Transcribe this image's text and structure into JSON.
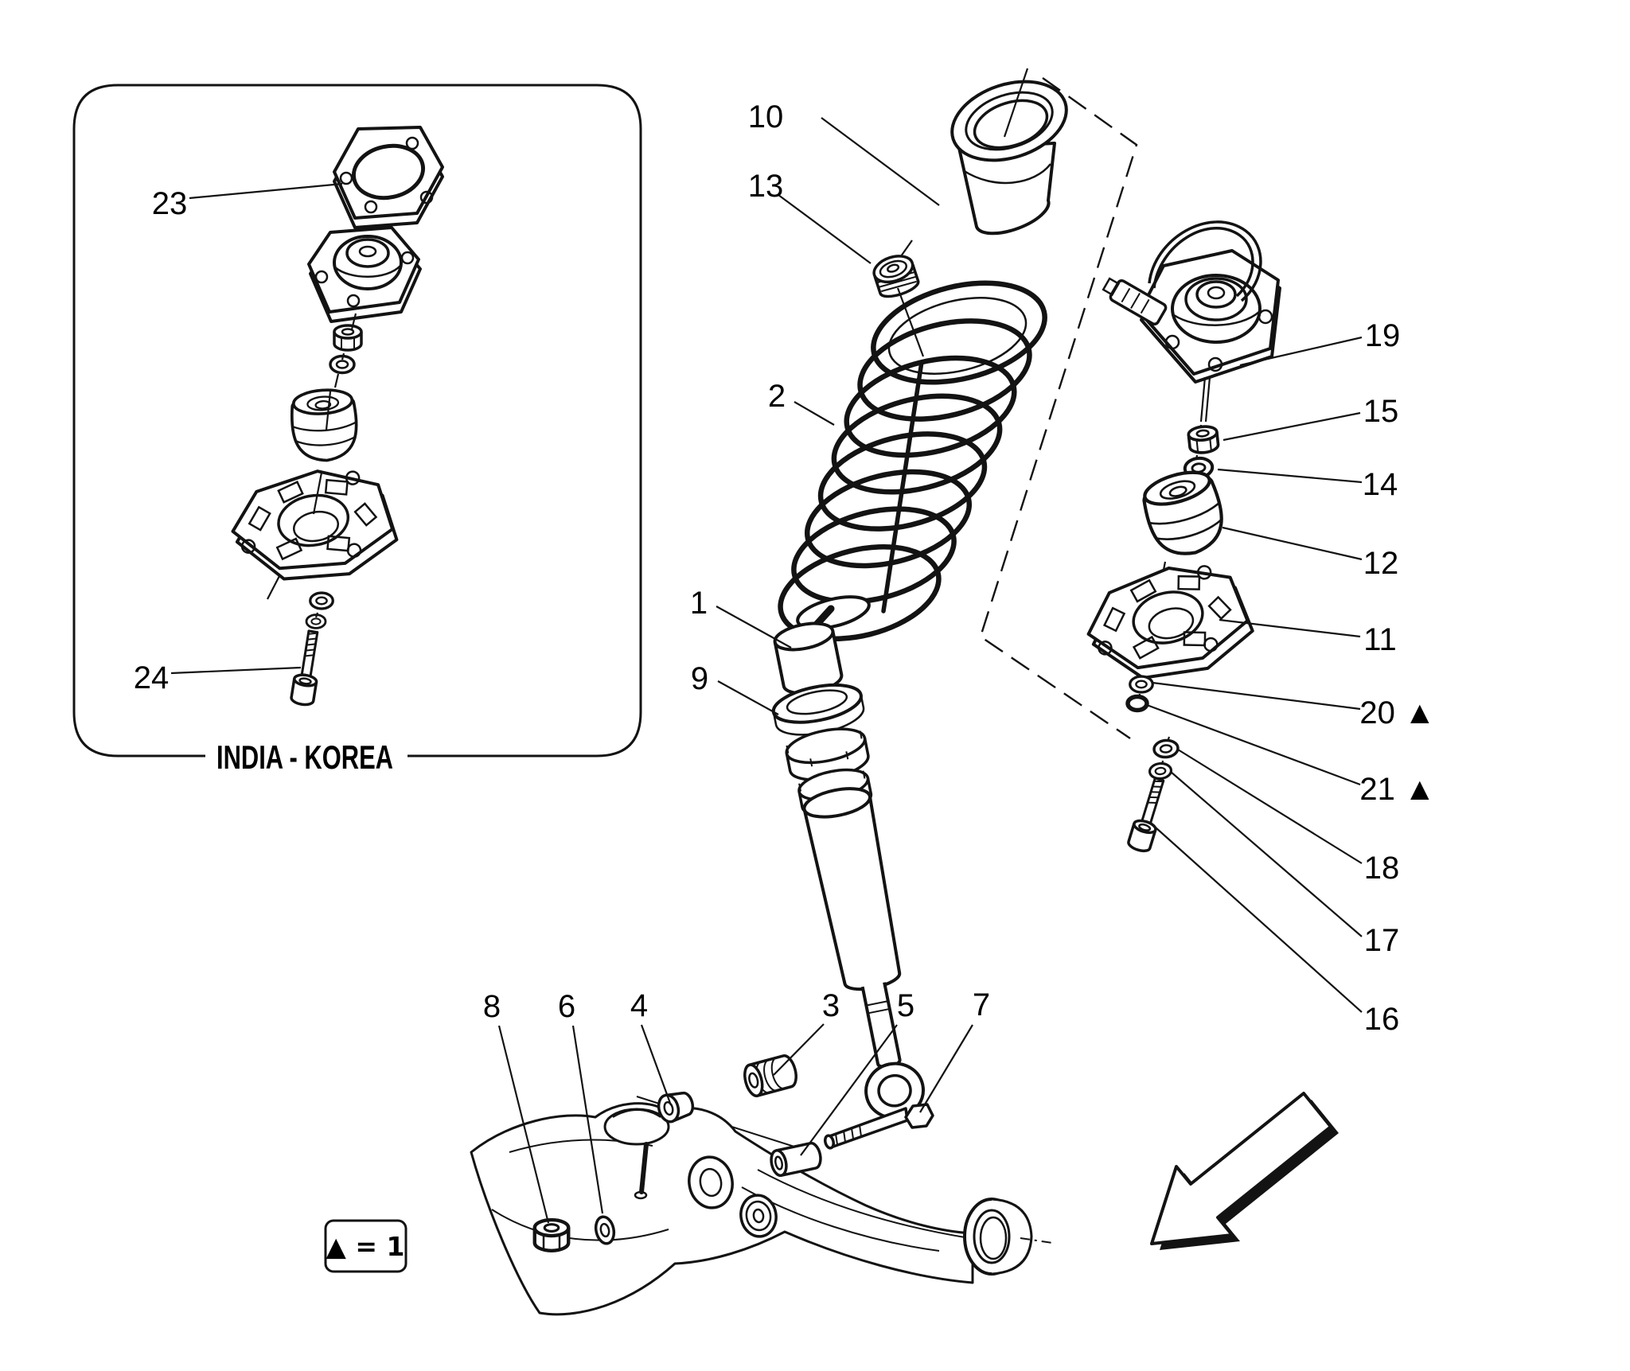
{
  "diagram": {
    "title_semantic": "front-shock-absorber-exploded-parts-diagram",
    "inset_caption": "INDIA - KOREA",
    "legend_note": "▲ = 1",
    "symbols": {
      "triangle_marker": "▲",
      "direction_arrow": "↙"
    },
    "colors": {
      "line": "#131313",
      "background": "#ffffff"
    },
    "part_labels": {
      "p1": "1",
      "p2": "2",
      "p3": "3",
      "p4": "4",
      "p5": "5",
      "p6": "6",
      "p7": "7",
      "p8": "8",
      "p9": "9",
      "p10": "10",
      "p11": "11",
      "p12": "12",
      "p13": "13",
      "p14": "14",
      "p15": "15",
      "p16": "16",
      "p17": "17",
      "p18": "18",
      "p19": "19",
      "p20": "20 ▲",
      "p21": "21 ▲",
      "p23": "23",
      "p24": "24"
    }
  }
}
